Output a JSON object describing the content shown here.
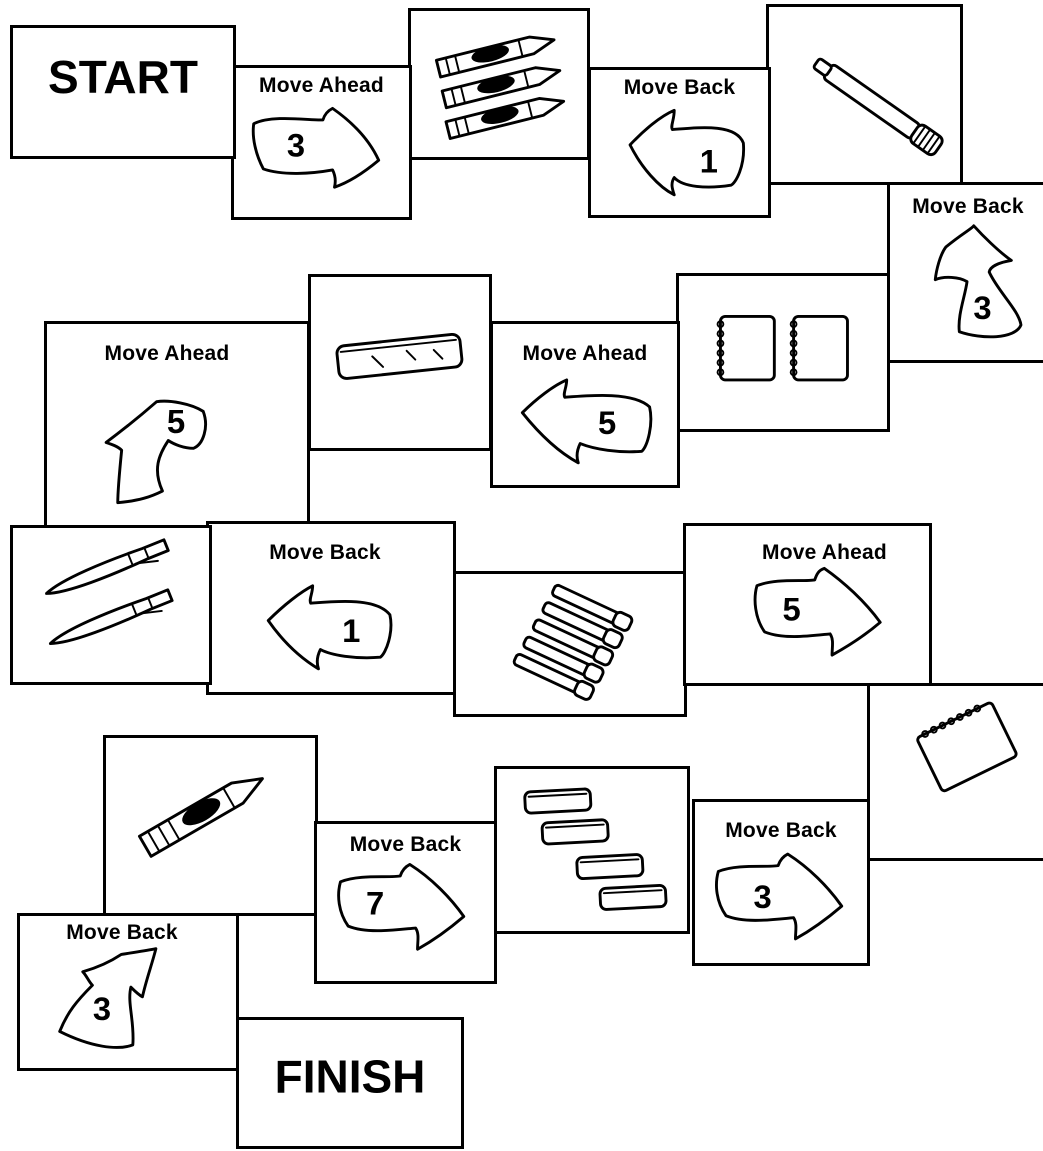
{
  "board": {
    "start_label": "START",
    "finish_label": "FINISH",
    "spaces": [
      {
        "type": "action",
        "text": "Move Ahead",
        "number": "3",
        "icon": "arrow-right-icon"
      },
      {
        "type": "picture",
        "icon": "crayons-icon"
      },
      {
        "type": "action",
        "text": "Move Back",
        "number": "1",
        "icon": "arrow-left-icon"
      },
      {
        "type": "picture",
        "icon": "marker-icon"
      },
      {
        "type": "action",
        "text": "Move Back",
        "number": "3",
        "icon": "arrow-up-icon"
      },
      {
        "type": "picture",
        "icon": "notebooks-icon"
      },
      {
        "type": "action",
        "text": "Move Ahead",
        "number": "5",
        "icon": "arrow-left-icon"
      },
      {
        "type": "picture",
        "icon": "pencil-case-icon"
      },
      {
        "type": "action",
        "text": "Move Ahead",
        "number": "5",
        "icon": "arrow-down-left-icon"
      },
      {
        "type": "picture",
        "icon": "pens-icon"
      },
      {
        "type": "action",
        "text": "Move Back",
        "number": "1",
        "icon": "arrow-left-icon"
      },
      {
        "type": "picture",
        "icon": "markers-icon"
      },
      {
        "type": "action",
        "text": "Move Ahead",
        "number": "5",
        "icon": "arrow-right-icon"
      },
      {
        "type": "picture",
        "icon": "notebook-icon"
      },
      {
        "type": "action",
        "text": "Move Back",
        "number": "3",
        "icon": "arrow-right-icon"
      },
      {
        "type": "picture",
        "icon": "pencil-cases-icon"
      },
      {
        "type": "action",
        "text": "Move Back",
        "number": "7",
        "icon": "arrow-right-icon"
      },
      {
        "type": "picture",
        "icon": "crayon-icon"
      },
      {
        "type": "action",
        "text": "Move Back",
        "number": "3",
        "icon": "arrow-up-right-icon"
      }
    ]
  },
  "colors": {
    "ink": "#000000",
    "paper": "#ffffff"
  }
}
